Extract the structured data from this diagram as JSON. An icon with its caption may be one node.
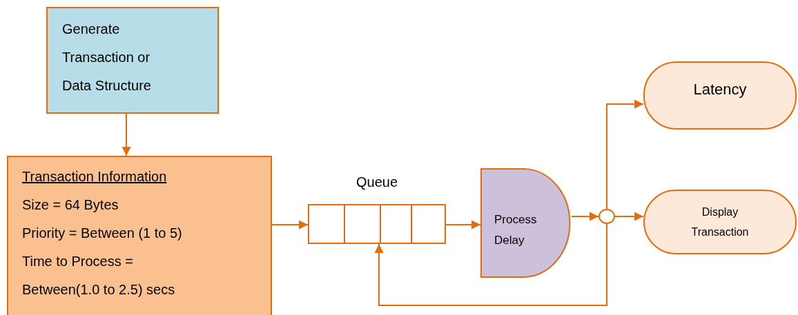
{
  "diagram": {
    "nodes": [
      {
        "text": [
          "Generate Transaction or Data Structure"
        ]
      },
      {
        "text": [
          "Transaction Information",
          "Size = 64 Bytes",
          "Priority = Between (1 to 5)",
          "Time to Process = Between(1.0 to 2.5) secs"
        ]
      },
      {
        "text": [
          "Queue"
        ]
      },
      {
        "text": [
          "Process Delay"
        ]
      },
      {
        "text": [],
        "shape": "circle"
      },
      {
        "text": [
          "Latency"
        ]
      },
      {
        "text": [
          "Display Transaction"
        ]
      }
    ],
    "edges": [
      {
        "from": 0,
        "to": 1,
        "arrow": "to"
      },
      {
        "from": 1,
        "to": 2,
        "arrow": "to"
      },
      {
        "from": 2,
        "to": 3,
        "arrow": "to"
      },
      {
        "from": 3,
        "to": 4,
        "arrow": "to"
      },
      {
        "from": 4,
        "to": 5,
        "arrow": "to"
      },
      {
        "from": 4,
        "to": 6,
        "arrow": "to"
      },
      {
        "from": 4,
        "to": 2,
        "arrow": "to"
      }
    ]
  }
}
